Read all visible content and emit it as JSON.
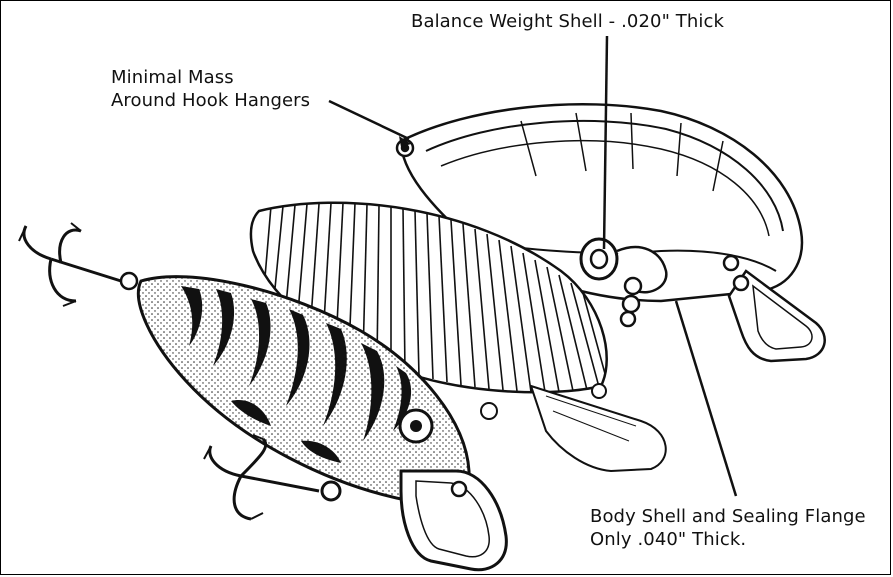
{
  "labels": {
    "balance_weight": "Balance Weight Shell - .020\" Thick",
    "minimal_mass_line1": "Minimal Mass",
    "minimal_mass_line2": "Around Hook Hangers",
    "body_shell_line1": "Body Shell and Sealing Flange",
    "body_shell_line2": "Only .040\" Thick."
  },
  "colors": {
    "ink": "#111111",
    "background": "#ffffff"
  },
  "illustration": {
    "subject": "fishing crankbait lures",
    "parts": [
      "painted-crankbait-lure",
      "ribbed-lure-body",
      "transparent-lure-shell",
      "treble-hook",
      "diving-lip",
      "balance-weight"
    ]
  }
}
